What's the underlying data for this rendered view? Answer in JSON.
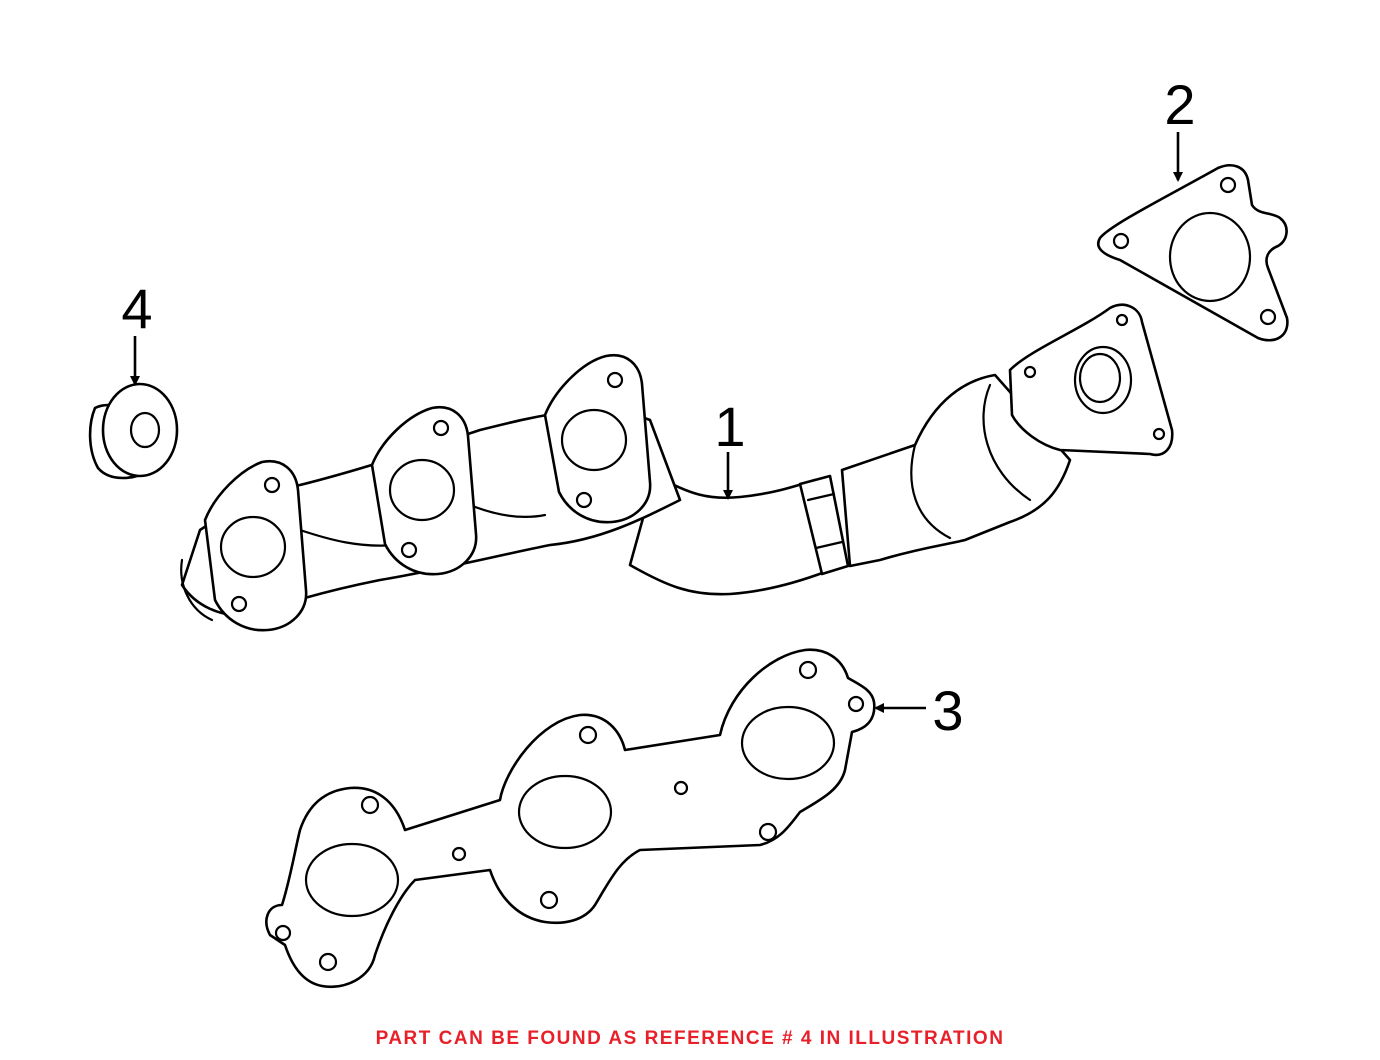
{
  "callouts": {
    "ref1": "1",
    "ref2": "2",
    "ref3": "3",
    "ref4": "4"
  },
  "footer_note": "PART CAN BE FOUND AS REFERENCE # 4 IN ILLUSTRATION",
  "colors": {
    "line": "#000000",
    "background": "#ffffff",
    "note": "#e8202a"
  }
}
